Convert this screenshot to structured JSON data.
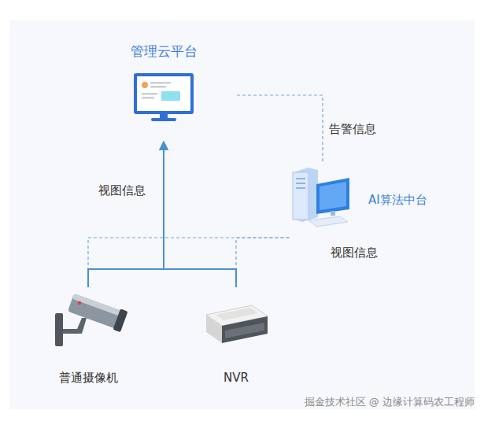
{
  "diagram": {
    "nodes": [
      {
        "text": [
          "管理云平台"
        ]
      },
      {
        "text": [
          "AI算法中台"
        ]
      },
      {
        "text": [
          "普通摄像机"
        ]
      },
      {
        "text": [
          "NVR"
        ]
      }
    ],
    "edges": [
      {
        "from": 2,
        "to": 0,
        "arrow": "to",
        "label": "视图信息"
      },
      {
        "from": 3,
        "to": 0,
        "arrow": "to"
      },
      {
        "from": 2,
        "to": 1,
        "arrow": "none",
        "label": "视图信息"
      },
      {
        "from": 3,
        "to": 1,
        "arrow": "none"
      },
      {
        "from": 1,
        "to": 0,
        "arrow": "none",
        "label": "告警信息"
      }
    ],
    "labels": [
      "掘金技术社区 @ 边缘计算码农工程师"
    ]
  }
}
